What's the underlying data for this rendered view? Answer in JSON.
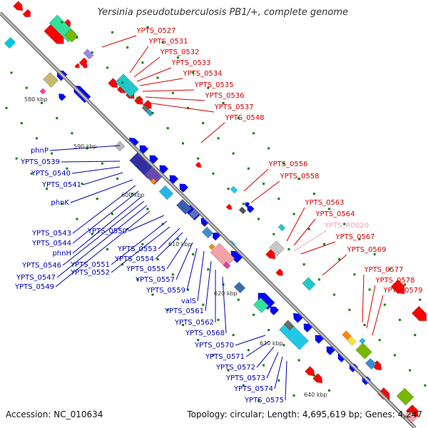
{
  "title": "Yersinia pseudotuberculosis PB1/+, complete genome",
  "accession": "Accession: NC_010634",
  "info": "Topology: circular; Length: 4,695,619 bp; Genes: 4,247",
  "kbp_marks": [
    "580 kbp",
    "590 kbp",
    "600 kbp",
    "610 kbp",
    "620 kbp",
    "630 kbp",
    "640 kbp"
  ],
  "red_labels": [
    "YPTS_0527",
    "YPTS_0531",
    "YPTS_0532",
    "YPTS_0533",
    "YPTS_0534",
    "YPTS_0535",
    "YPTS_0536",
    "YPTS_0537",
    "YPTS_0548",
    "YPTS_0556",
    "YPTS_0558",
    "YPTS_0563",
    "YPTS_0564",
    "YPTS_0567",
    "YPTS_0569",
    "YPTS_0577",
    "YPTS_0578",
    "YPTS_0579"
  ],
  "pink_labels": [
    "YPTS_R0020"
  ],
  "blue_labels": [
    "phnP",
    "YPTS_0539",
    "YPTS_0540",
    "YPTS_0541",
    "phnK",
    "YPTS_0543",
    "YPTS_0544",
    "phnH",
    "YPTS_0546",
    "YPTS_0547",
    "YPTS_0549",
    "YPTS_0550",
    "YPTS_0551",
    "YPTS_0552",
    "YPTS_0553",
    "YPTS_0554",
    "YPTS_0555",
    "YPTS_0557",
    "YPTS_0559",
    "valS",
    "YPTS_0561",
    "YPTS_0562",
    "YPTS_0568",
    "YPTS_0570",
    "YPTS_0571",
    "YPTS_0572",
    "YPTS_0573",
    "YPTS_0574",
    "YPTS_0575"
  ],
  "colors": {
    "forward_gene": "#ff0000",
    "reverse_gene": "#0000ff",
    "backbone": "#8c8c8c",
    "tick": "#008000",
    "red_label": "#d40000",
    "blue_label": "#0000b4",
    "rna_label": "#f4a0c0"
  }
}
